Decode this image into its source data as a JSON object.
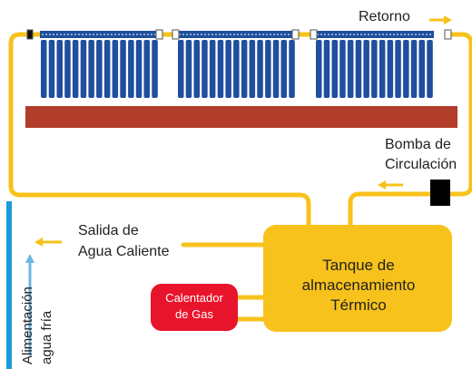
{
  "labels": {
    "retorno": "Retorno",
    "bomba_line1": "Bomba de",
    "bomba_line2": "Circulación",
    "salida_line1": "Salida de",
    "salida_line2": "Agua Caliente",
    "tanque_line1": "Tanque de",
    "tanque_line2": "almacenamiento",
    "tanque_line3": "Térmico",
    "calentador_line1": "Calentador",
    "calentador_line2": "de Gas",
    "alimentacion_line1": "Alimentación",
    "alimentacion_line2": "agua fría"
  },
  "colors": {
    "pipe": "#f7c21b",
    "tank": "#f7c21b",
    "tubes": "#1f4f9d",
    "roof": "#b13d2a",
    "heater": "#e8142b",
    "cold_water": "#1e9ad6",
    "pump": "#000000"
  },
  "icons": [
    "retorno-arrow-icon",
    "pump-flow-arrow-icon",
    "hot-water-outlet-arrow-icon",
    "cold-water-up-arrow-icon",
    "pump-icon"
  ]
}
